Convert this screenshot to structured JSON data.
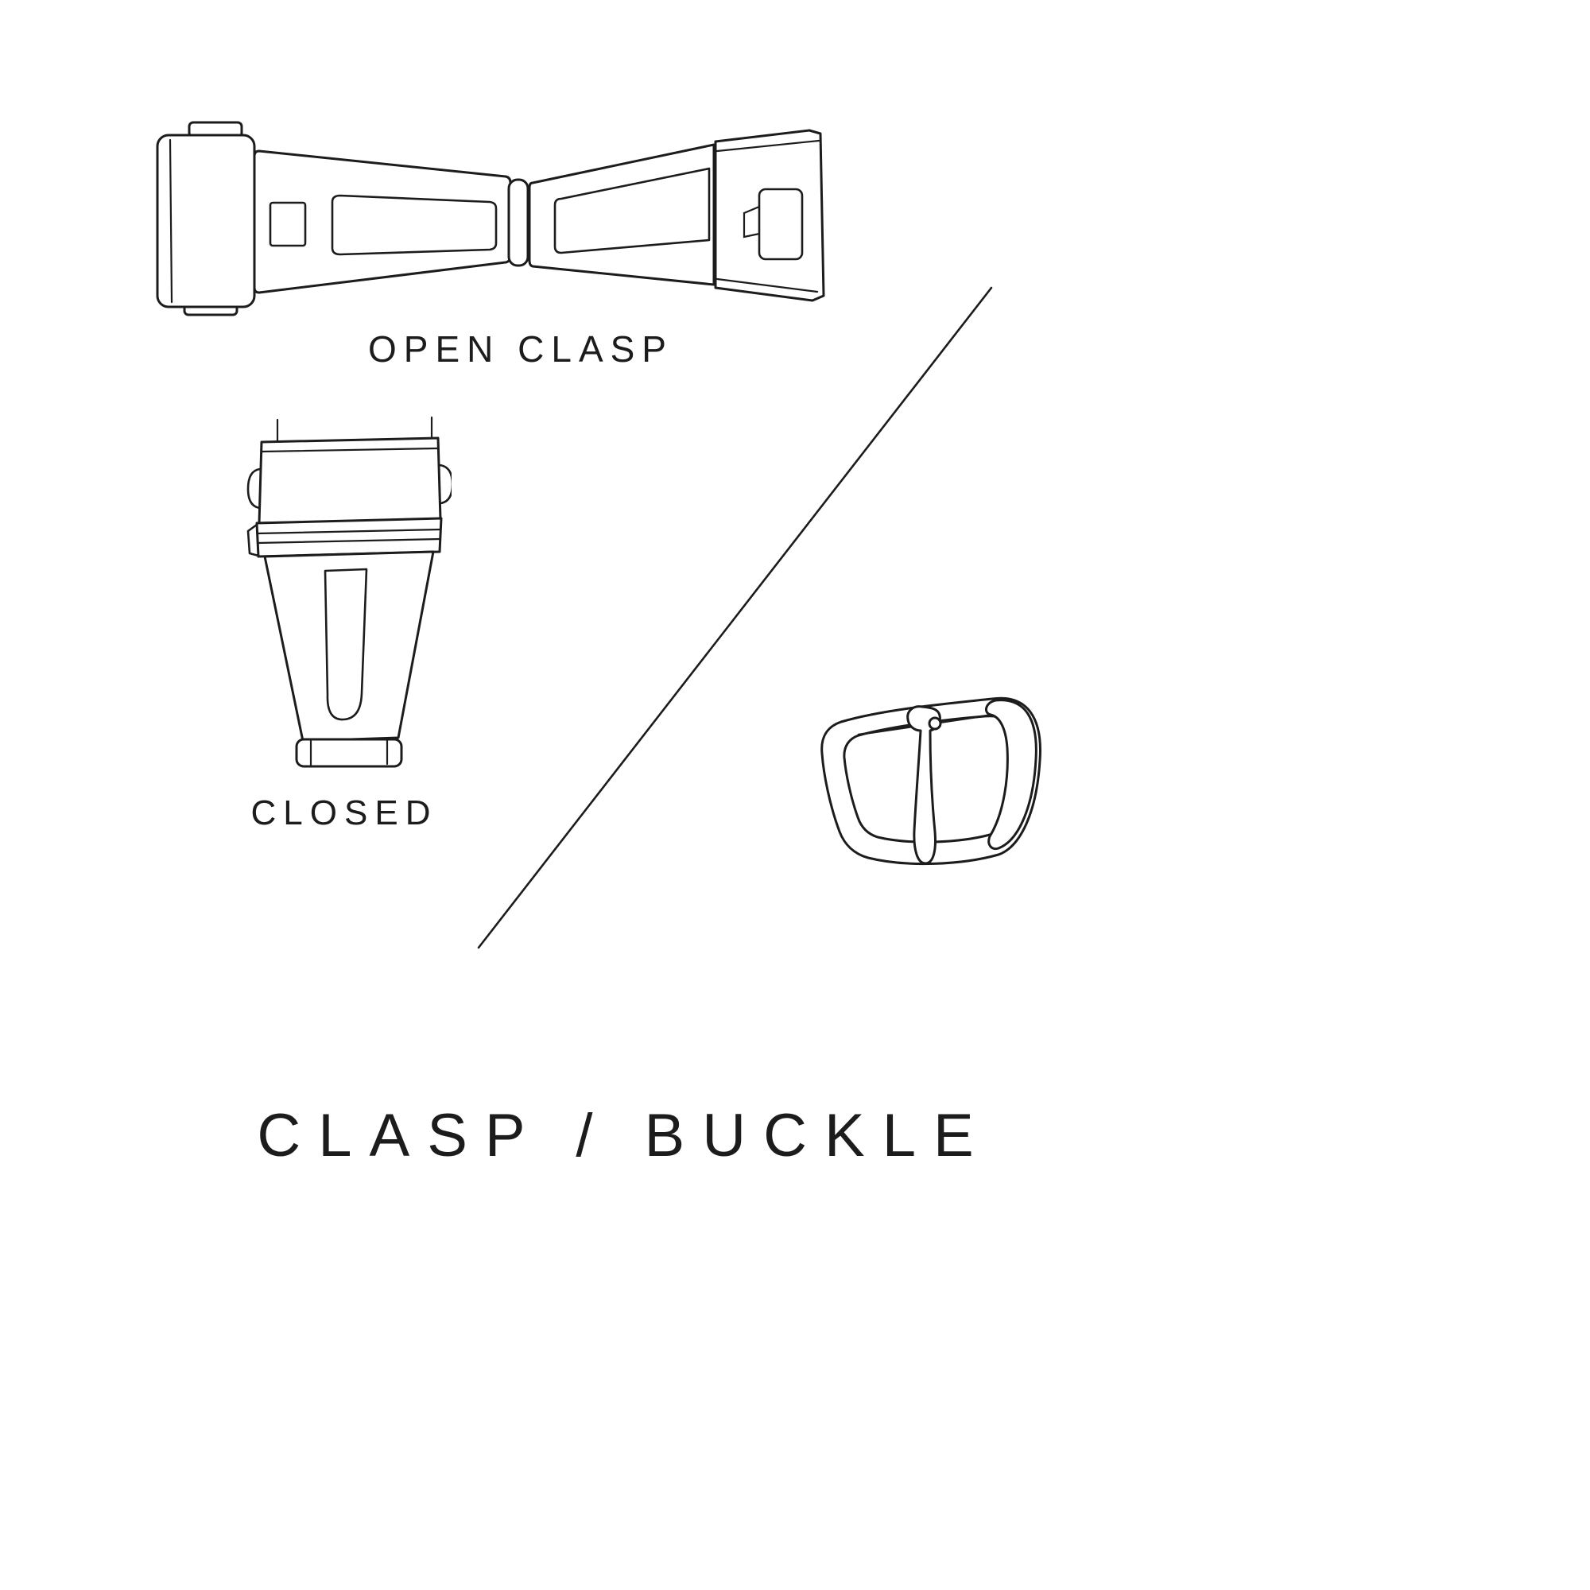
{
  "title": "CLASP / BUCKLE",
  "labels": {
    "open_clasp": "OPEN CLASP",
    "closed_clasp": "CLOSED"
  },
  "colors": {
    "ink": "#1c1c1c",
    "background": "#ffffff"
  }
}
